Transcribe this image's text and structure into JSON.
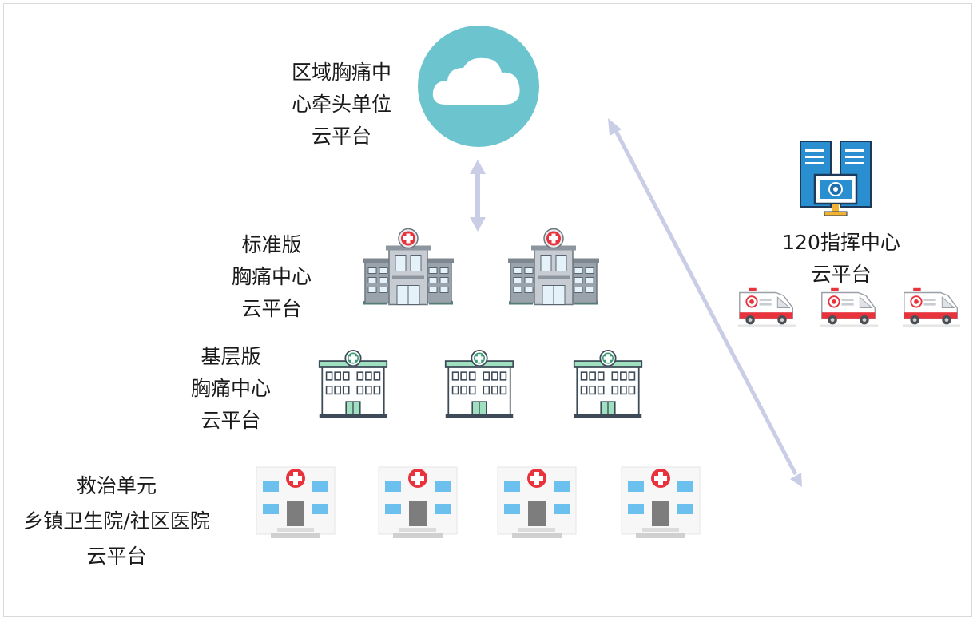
{
  "tiers": {
    "regional": {
      "lines": [
        "区域胸痛中",
        "心牵头单位",
        "云平台"
      ],
      "icon": "cloud-icon"
    },
    "standard": {
      "lines": [
        "标准版",
        "胸痛中心",
        "云平台"
      ],
      "icon": "hospital-building-icon"
    },
    "grassroots": {
      "lines": [
        "基层版",
        "胸痛中心",
        "云平台"
      ],
      "icon": "clinic-building-icon"
    },
    "rescue": {
      "lines": [
        "救治单元",
        "乡镇卫生院/社区医院",
        "云平台"
      ],
      "icon": "health-center-icon"
    }
  },
  "emergency_center": {
    "lines": [
      "120指挥中心",
      "云平台"
    ],
    "icons": [
      "server-monitor-icon",
      "ambulance-icon"
    ]
  },
  "colors": {
    "cloud": "#6cc4cf",
    "arrow": "#c9cde6",
    "clinic_green": "#3a9a72",
    "red_cross": "#e8323c",
    "window_blue": "#6cc0ee",
    "server_blue": "#2a8fd0"
  }
}
